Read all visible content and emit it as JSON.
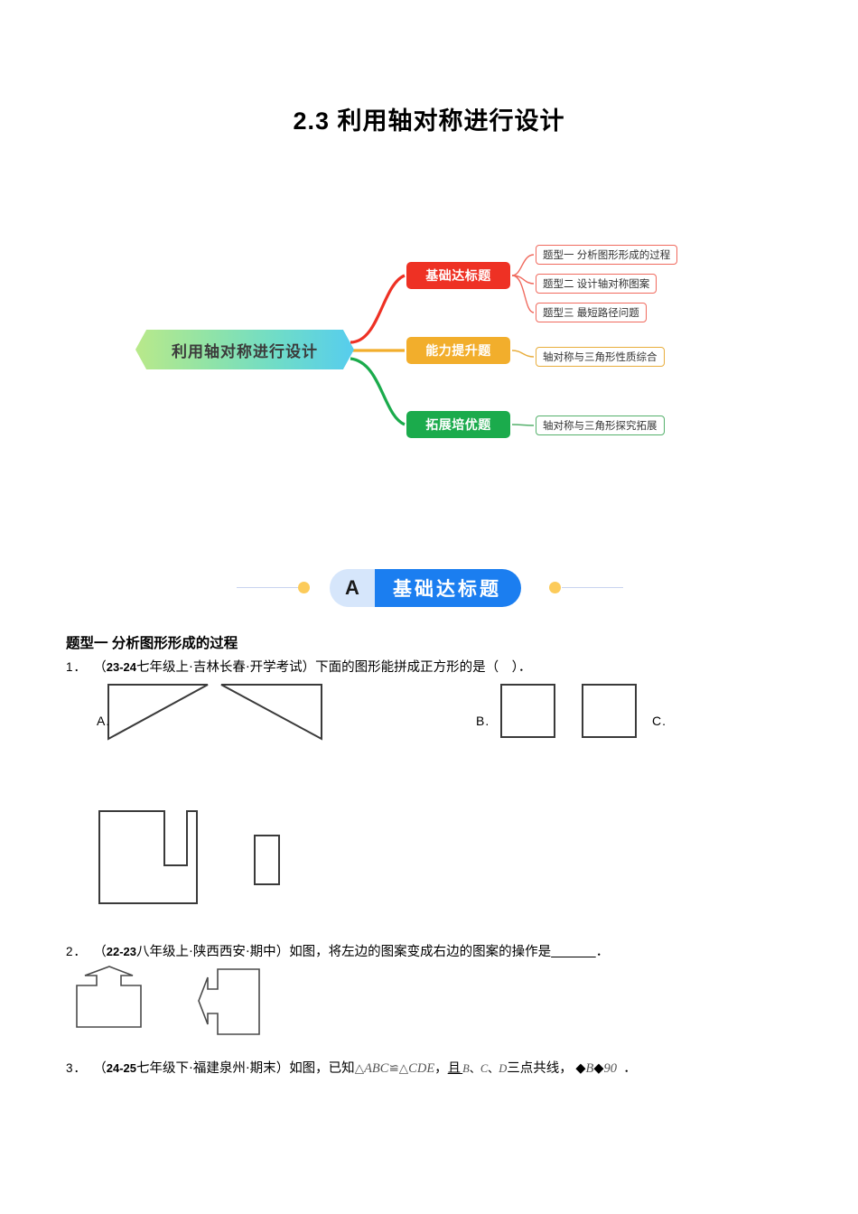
{
  "document": {
    "title": "2.3 利用轴对称进行设计"
  },
  "mindmap": {
    "center": "利用轴对称进行设计",
    "branches": [
      {
        "label": "基础达标题",
        "color": "#ee3124"
      },
      {
        "label": "能力提升题",
        "color": "#f2ae2c"
      },
      {
        "label": "拓展培优题",
        "color": "#1bab4c"
      }
    ],
    "leaves": [
      {
        "label": "题型一 分析图形形成的过程",
        "color": "#f06a5e"
      },
      {
        "label": "题型二 设计轴对称图案",
        "color": "#f06a5e"
      },
      {
        "label": "题型三 最短路径问题",
        "color": "#f06a5e"
      },
      {
        "label": "轴对称与三角形性质综合",
        "color": "#e8ad3c"
      },
      {
        "label": "轴对称与三角形探究拓展",
        "color": "#54b06b"
      }
    ]
  },
  "banner": {
    "badge": "A",
    "label": "基础达标题",
    "accent_blue": "#1b7ef0",
    "accent_badge": "#d6e6fb",
    "accent_dot": "#fccb5a"
  },
  "section": {
    "heading": "题型一  分析图形形成的过程"
  },
  "questions": [
    {
      "number": "1．",
      "source_open": "（",
      "source_code": "23-24",
      "source_rest": "七年级上·吉林长春·开学考试",
      "source_close": "）",
      "body": "下面的图形能拼成正方形的是（　）．",
      "options": [
        "A.",
        "B.",
        "C."
      ]
    },
    {
      "number": "2．",
      "source_open": "（",
      "source_code": "22-23",
      "source_rest": "八年级上·陕西西安·期中",
      "source_close": "）",
      "body_before": "如图，将左边的图案变成右边的图案的操作是",
      "blank": "＿＿＿",
      "body_after": "．"
    },
    {
      "number": "3．",
      "source_open": "（",
      "source_code": "24-25",
      "source_rest": "七年级下·福建泉州·期末",
      "source_close": "）",
      "body_before": "如图，已知",
      "math_tri_1": "△",
      "math_abc": "ABC",
      "math_cong": "≌",
      "math_tri_2": "△",
      "math_cde": "CDE",
      "body_mid1": "，",
      "body_mid2": "且",
      "pts_b": "B",
      "pts_sep1": "、",
      "pts_c": "C",
      "pts_sep2": "、",
      "pts_d": "D",
      "body_mid3": "三点共线，",
      "tofu_1": "◆",
      "angle_b": "B",
      "tofu_2": "◆",
      "deg_90": "90",
      "body_end": "．"
    }
  ]
}
